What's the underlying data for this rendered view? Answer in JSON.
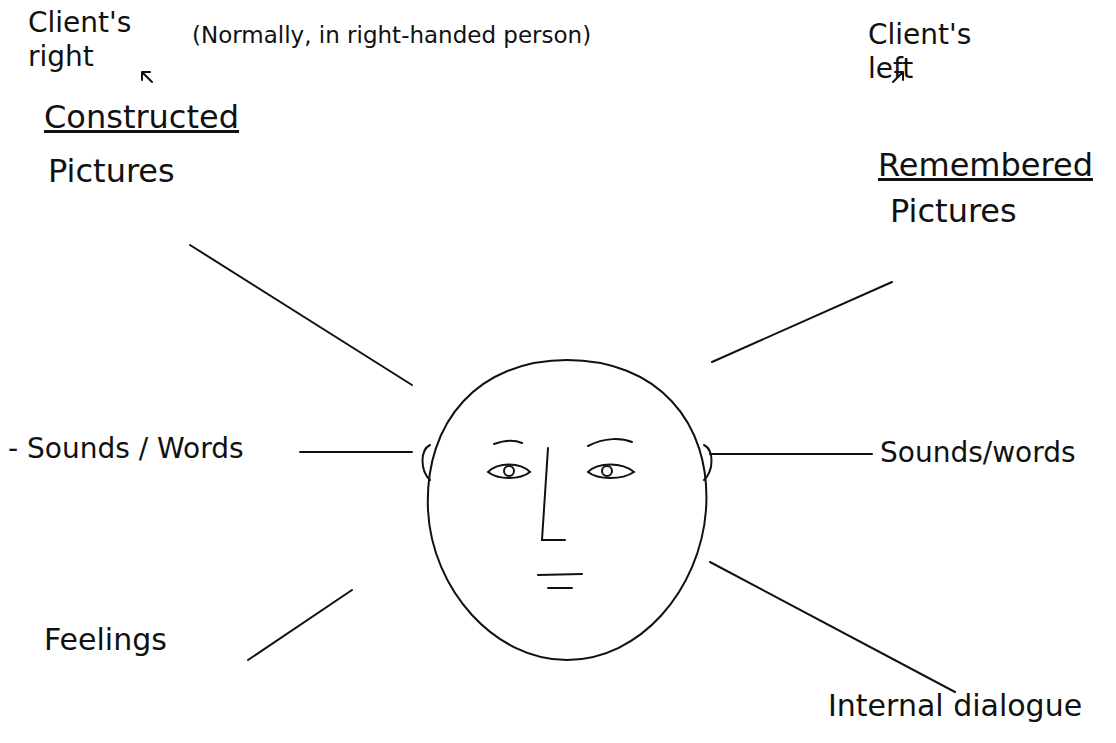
{
  "diagram": {
    "labels": [
      "Client's right",
      "(Normally, in right-handed person)",
      "Client's left",
      "Constructed",
      "Pictures",
      "Remembered",
      "Pictures",
      "- Sounds / Words",
      "Sounds/words",
      "Feelings",
      "Internal dialogue"
    ]
  }
}
